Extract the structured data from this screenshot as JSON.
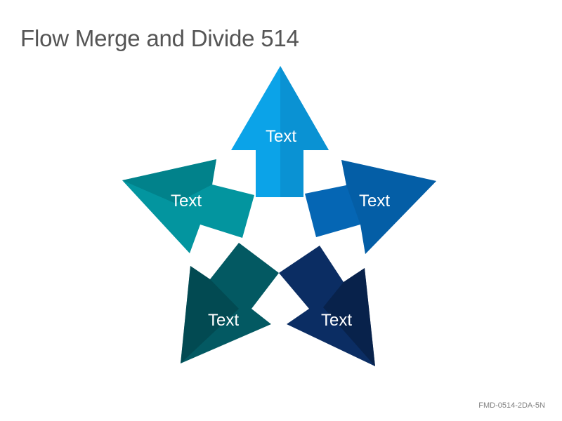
{
  "slide": {
    "title": "Flow Merge and Divide 514",
    "footer_code": "FMD-0514-2DA-5N"
  },
  "arrows": [
    {
      "label": "Text",
      "color": "#0ba3e8",
      "shade": "#0a8fcf",
      "direction": "up"
    },
    {
      "label": "Text",
      "color": "#0566b4",
      "shade": "#04579b",
      "direction": "right-outward"
    },
    {
      "label": "Text",
      "color": "#0b2d63",
      "shade": "#081f45",
      "direction": "down-right"
    },
    {
      "label": "Text",
      "color": "#035962",
      "shade": "#024147",
      "direction": "down-left"
    },
    {
      "label": "Text",
      "color": "#03959f",
      "shade": "#027c84",
      "direction": "left-outward"
    }
  ]
}
